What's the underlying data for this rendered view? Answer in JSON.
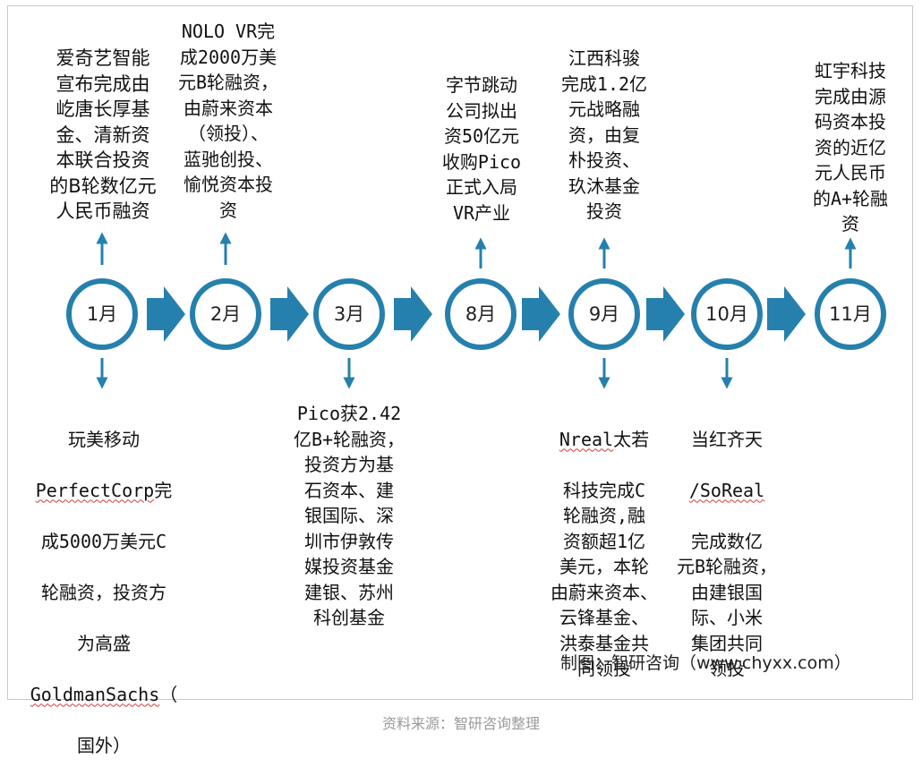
{
  "colors": {
    "accent": "#2580ad",
    "circle_fill": "#ffffff",
    "text": "#111111"
  },
  "months": [
    "1月",
    "2月",
    "3月",
    "8月",
    "9月",
    "10月",
    "11月"
  ],
  "events_above": {
    "jan": "爱奇艺智能\n宣布完成由\n屹唐长厚基\n金、清新资\n本联合投资\n的B轮数亿元\n人民币融资",
    "feb": "NOLO VR完\n成2000万美\n元B轮融资，\n由蔚来资本\n（领投）、\n蓝驰创投、\n愉悦资本投\n资",
    "aug": "字节跳动\n公司拟出\n资50亿元\n收购Pico\n正式入局\nVR产业",
    "sep": "江西科骏\n完成1.2亿\n元战略融\n资，由复\n朴投资、\n玖沐基金\n投资",
    "nov": "虹宇科技\n完成由源\n码资本投\n资的近亿\n元人民币\n的A+轮融\n资"
  },
  "events_below": {
    "jan": {
      "line1": "玩美移动",
      "line2_a": "PerfectCorp",
      "line2_b": "完",
      "line3": "成5000万美元C",
      "line4": "轮融资，投资方",
      "line5": "为高盛",
      "line6_a": "GoldmanSachs",
      "line6_b": "（",
      "line7": "国外）"
    },
    "mar": "Pico获2.42\n亿B+轮融资，\n投资方为基\n石资本、建\n银国际、深\n圳市伊敦传\n媒投资基金\n建银、苏州\n科创基金",
    "sep": {
      "line1_a": "Nreal",
      "line1_b": "太若",
      "rest": "科技完成C\n轮融资,融\n资额超1亿\n美元，本轮\n由蔚来资本、\n云锋基金、\n洪泰基金共\n同领投"
    },
    "oct": {
      "line1": "当红齐天",
      "line2": "/SoReal",
      "rest": "完成数亿\n元B轮融资，\n由建银国\n际、小米\n集团共同\n领投"
    }
  },
  "credit": "制图：智研咨询（www.chyxx.com）",
  "source": "资料来源：智研咨询整理"
}
